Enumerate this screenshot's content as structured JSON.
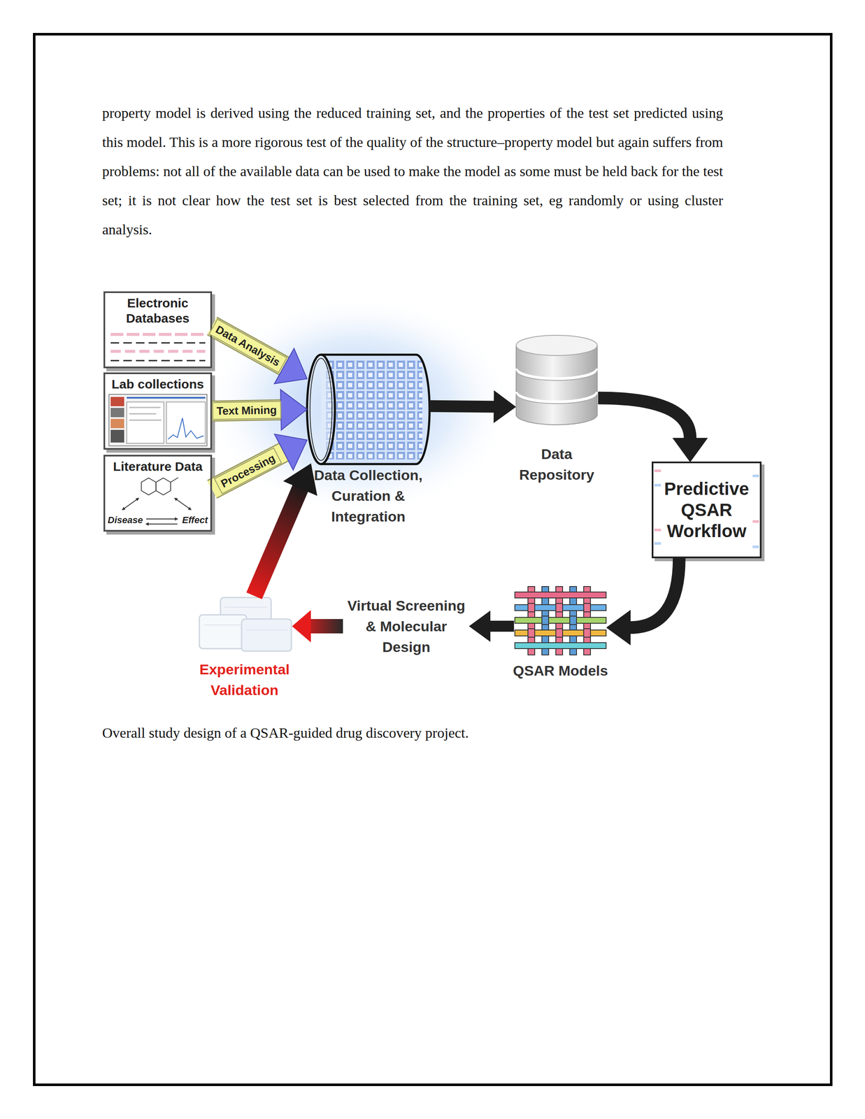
{
  "diagram": {
    "caption": "Overall study design of a QSAR-guided drug discovery project.",
    "nodes": [
      {
        "text": [
          "Electronic Databases"
        ]
      },
      {
        "text": [
          "Lab collections"
        ]
      },
      {
        "text": [
          "Literature Data",
          "Disease",
          "Effect"
        ]
      },
      {
        "text": [
          "Data Collection, Curation & Integration"
        ]
      },
      {
        "text": [
          "Data Repository"
        ]
      },
      {
        "text": [
          "Predictive QSAR Workflow"
        ]
      },
      {
        "text": [
          "QSAR Models"
        ]
      },
      {
        "text": [
          "Virtual Screening & Molecular Design"
        ]
      },
      {
        "text": [
          "Experimental Validation"
        ]
      }
    ],
    "edges": [
      {
        "from": 0,
        "to": 3,
        "label": "Data Analysis",
        "arrow": "to"
      },
      {
        "from": 1,
        "to": 3,
        "label": "Text Mining",
        "arrow": "to"
      },
      {
        "from": 2,
        "to": 3,
        "label": "Processing",
        "arrow": "to"
      },
      {
        "from": 3,
        "to": 4,
        "arrow": "to"
      },
      {
        "from": 4,
        "to": 5,
        "arrow": "to"
      },
      {
        "from": 5,
        "to": 6,
        "arrow": "to"
      },
      {
        "from": 6,
        "to": 7,
        "arrow": "to"
      },
      {
        "from": 7,
        "to": 8,
        "arrow": "to"
      },
      {
        "from": 8,
        "to": 3,
        "arrow": "to"
      }
    ],
    "labels": [
      "property model is derived using the reduced training set, and the properties of the test set predicted using this model. This is a more rigorous test of the quality of the structure–property model but again suffers from problems: not all of the available data can be used to make the model as some must be held back for the test set; it is not clear how the test set is best selected from the training set, eg randomly or using cluster analysis."
    ]
  }
}
